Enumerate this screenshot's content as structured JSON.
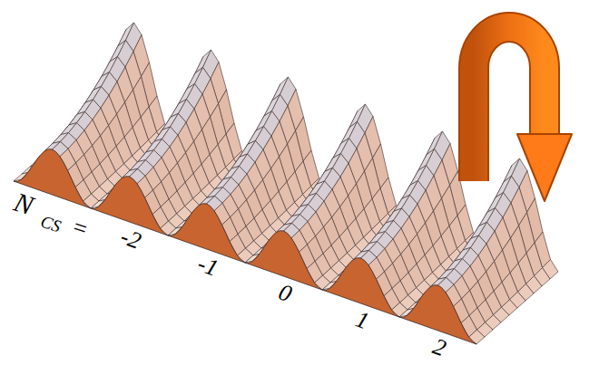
{
  "diagram": {
    "labels": [
      "N",
      "CS",
      "=",
      "-2",
      "-1",
      "0",
      "1",
      "2"
    ]
  }
}
